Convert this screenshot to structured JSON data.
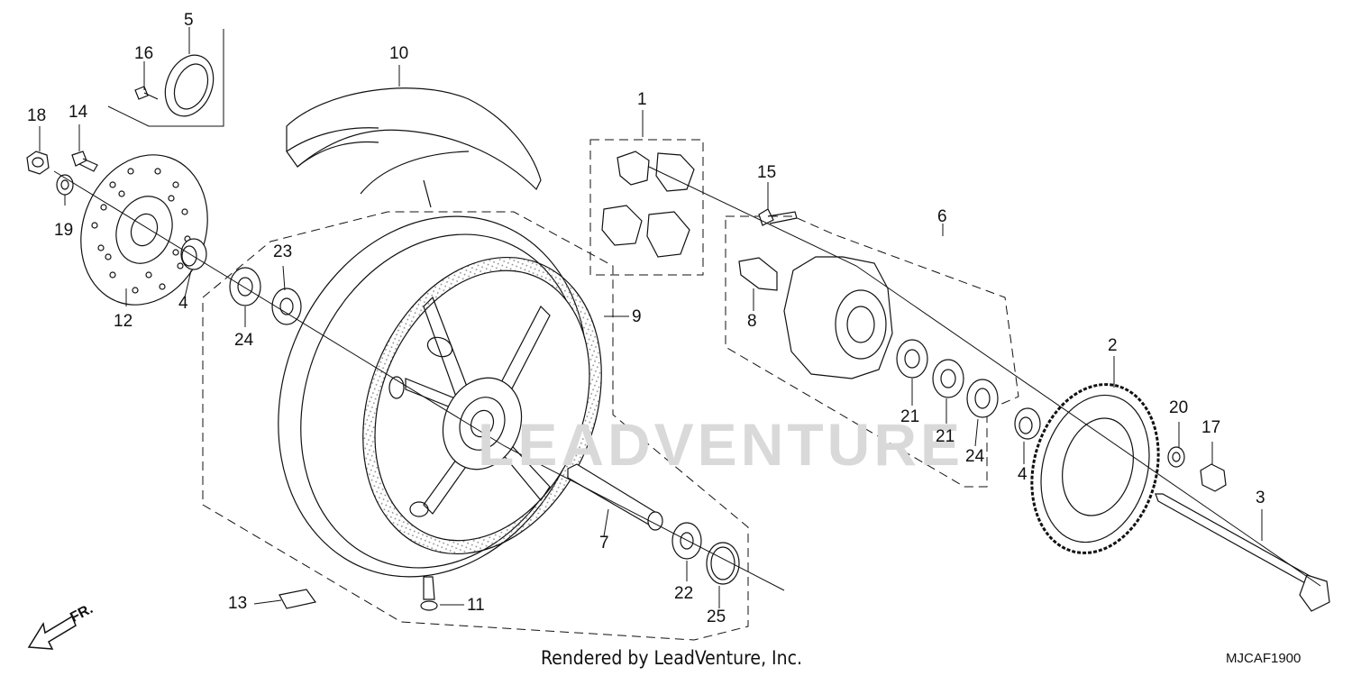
{
  "diagram": {
    "watermark": "LEADVENTURE",
    "footer": "Rendered by LeadVenture, Inc.",
    "figure_code": "MJCAF1900",
    "direction_marker": "FR.",
    "callouts": [
      {
        "id": "c1",
        "text": "1"
      },
      {
        "id": "c2",
        "text": "2"
      },
      {
        "id": "c3",
        "text": "3"
      },
      {
        "id": "c4a",
        "text": "4"
      },
      {
        "id": "c4b",
        "text": "4"
      },
      {
        "id": "c5",
        "text": "5"
      },
      {
        "id": "c6",
        "text": "6"
      },
      {
        "id": "c7",
        "text": "7"
      },
      {
        "id": "c8",
        "text": "8"
      },
      {
        "id": "c9",
        "text": "9"
      },
      {
        "id": "c10",
        "text": "10"
      },
      {
        "id": "c11",
        "text": "11"
      },
      {
        "id": "c12",
        "text": "12"
      },
      {
        "id": "c13",
        "text": "13"
      },
      {
        "id": "c14",
        "text": "14"
      },
      {
        "id": "c15",
        "text": "15"
      },
      {
        "id": "c16",
        "text": "16"
      },
      {
        "id": "c17",
        "text": "17"
      },
      {
        "id": "c18",
        "text": "18"
      },
      {
        "id": "c19",
        "text": "19"
      },
      {
        "id": "c20",
        "text": "20"
      },
      {
        "id": "c21a",
        "text": "21"
      },
      {
        "id": "c21b",
        "text": "21"
      },
      {
        "id": "c22",
        "text": "22"
      },
      {
        "id": "c23",
        "text": "23"
      },
      {
        "id": "c24a",
        "text": "24"
      },
      {
        "id": "c24b",
        "text": "24"
      },
      {
        "id": "c25",
        "text": "25"
      }
    ]
  }
}
